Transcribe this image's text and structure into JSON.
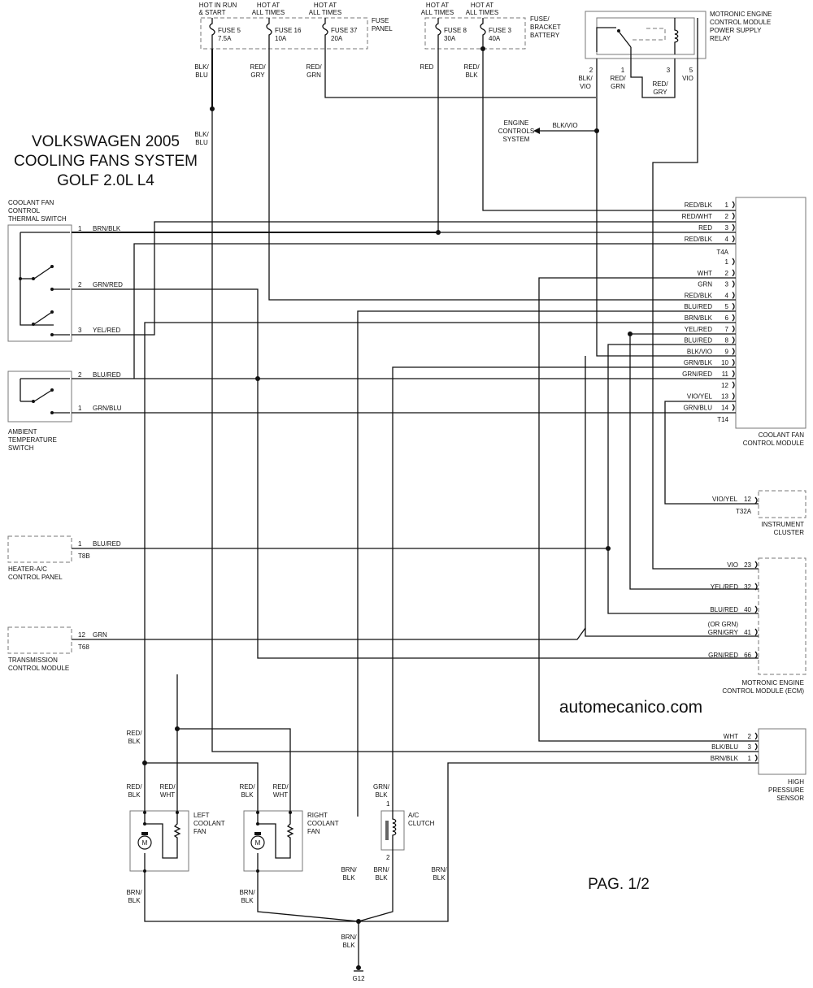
{
  "title": [
    "VOLKSWAGEN 2005",
    "COOLING FANS SYSTEM",
    "GOLF 2.0L L4"
  ],
  "website": "automecanico.com",
  "page": "PAG. 1/2",
  "fuse_panel": {
    "label": [
      "FUSE",
      "PANEL"
    ],
    "hot_labels": [
      [
        "HOT IN RUN",
        "& START"
      ],
      [
        "HOT AT",
        "ALL TIMES"
      ],
      [
        "HOT AT",
        "ALL TIMES"
      ]
    ],
    "fuses": [
      [
        "FUSE 5",
        "7.5A"
      ],
      [
        "FUSE 16",
        "10A"
      ],
      [
        "FUSE 37",
        "20A"
      ]
    ],
    "wire_labels": [
      [
        "BLK/",
        "BLU"
      ],
      [
        "RED/",
        "GRY"
      ],
      [
        "RED/",
        "GRN"
      ]
    ]
  },
  "fuse_bracket": {
    "label": [
      "FUSE/",
      "BRACKET",
      "BATTERY"
    ],
    "hot_labels": [
      [
        "HOT AT",
        "ALL TIMES"
      ],
      [
        "HOT AT",
        "ALL TIMES"
      ]
    ],
    "fuses": [
      [
        "FUSE 8",
        "30A"
      ],
      [
        "FUSE 3",
        "40A"
      ]
    ],
    "wire_labels": [
      [
        "RED"
      ],
      [
        "RED/",
        "BLK"
      ]
    ]
  },
  "relay": {
    "label": [
      "MOTRONIC ENGINE",
      "CONTROL MODULE",
      "POWER SUPPLY",
      "RELAY"
    ],
    "pins": [
      "2",
      "1",
      "3",
      "5"
    ],
    "wire_labels": [
      [
        "BLK/",
        "VIO"
      ],
      [
        "RED/",
        "GRN"
      ],
      [
        "RED/",
        "GRY"
      ],
      [
        "VIO"
      ]
    ]
  },
  "engine_controls": {
    "label": [
      "ENGINE",
      "CONTROLS",
      "SYSTEM"
    ],
    "wire": "BLK/VIO"
  },
  "side_labels": {
    "blk_blu_mid": [
      "BLK/",
      "BLU"
    ]
  },
  "thermal_switch": {
    "label": [
      "COOLANT FAN",
      "CONTROL",
      "THERMAL SWITCH"
    ],
    "pins": [
      {
        "n": "1",
        "wire": "BRN/BLK"
      },
      {
        "n": "2",
        "wire": "GRN/RED"
      },
      {
        "n": "3",
        "wire": "YEL/RED"
      }
    ]
  },
  "ambient_switch": {
    "label": [
      "AMBIENT",
      "TEMPERATURE",
      "SWITCH"
    ],
    "pins": [
      {
        "n": "2",
        "wire": "BLU/RED"
      },
      {
        "n": "1",
        "wire": "GRN/BLU"
      }
    ]
  },
  "coolant_module": {
    "label": [
      "COOLANT FAN",
      "CONTROL MODULE"
    ],
    "t4a": "T4A",
    "t14": "T14",
    "t4a_pins": [
      {
        "n": "1",
        "wire": "RED/BLK"
      },
      {
        "n": "2",
        "wire": "RED/WHT"
      },
      {
        "n": "3",
        "wire": "RED"
      },
      {
        "n": "4",
        "wire": "RED/BLK"
      }
    ],
    "t14_pins": [
      {
        "n": "1",
        "wire": ""
      },
      {
        "n": "2",
        "wire": "WHT"
      },
      {
        "n": "3",
        "wire": "GRN"
      },
      {
        "n": "4",
        "wire": "RED/BLK"
      },
      {
        "n": "5",
        "wire": "BLU/RED"
      },
      {
        "n": "6",
        "wire": "BRN/BLK"
      },
      {
        "n": "7",
        "wire": "YEL/RED"
      },
      {
        "n": "8",
        "wire": "BLU/RED"
      },
      {
        "n": "9",
        "wire": "BLK/VIO"
      },
      {
        "n": "10",
        "wire": "GRN/BLK"
      },
      {
        "n": "11",
        "wire": "GRN/RED"
      },
      {
        "n": "12",
        "wire": ""
      },
      {
        "n": "13",
        "wire": "VIO/YEL"
      },
      {
        "n": "14",
        "wire": "GRN/BLU"
      }
    ]
  },
  "instrument_cluster": {
    "label": [
      "INSTRUMENT",
      "CLUSTER"
    ],
    "pin": "12",
    "wire": "VIO/YEL",
    "conn": "T32A"
  },
  "ecm": {
    "label": [
      "MOTRONIC ENGINE",
      "CONTROL MODULE (ECM)"
    ],
    "pins": [
      {
        "n": "23",
        "wire": "VIO"
      },
      {
        "n": "32",
        "wire": "YEL/RED"
      },
      {
        "n": "40",
        "wire": "BLU/RED"
      },
      {
        "n": "41",
        "wire": "GRN/GRY"
      },
      {
        "n": "66",
        "wire": "GRN/RED"
      }
    ],
    "note": "(OR GRN)"
  },
  "heater_panel": {
    "label": [
      "HEATER-A/C",
      "CONTROL PANEL"
    ],
    "pin": "1",
    "wire": "BLU/RED",
    "conn": "T8B"
  },
  "tcm": {
    "label": [
      "TRANSMISSION",
      "CONTROL MODULE"
    ],
    "pin": "12",
    "wire": "GRN",
    "conn": "T68"
  },
  "pressure_sensor": {
    "label": [
      "HIGH",
      "PRESSURE",
      "SENSOR"
    ],
    "pins": [
      {
        "n": "2",
        "wire": "WHT"
      },
      {
        "n": "3",
        "wire": "BLK/BLU"
      },
      {
        "n": "1",
        "wire": "BRN/BLK"
      }
    ]
  },
  "left_fan": {
    "label": [
      "LEFT",
      "COOLANT",
      "FAN"
    ],
    "wire_labels": [
      [
        "RED/",
        "BLK"
      ],
      [
        "RED/",
        "WHT"
      ],
      [
        "BRN/",
        "BLK"
      ]
    ],
    "motor": "M"
  },
  "right_fan": {
    "label": [
      "RIGHT",
      "COOLANT",
      "FAN"
    ],
    "wire_labels": [
      [
        "RED/",
        "BLK"
      ],
      [
        "RED/",
        "WHT"
      ],
      [
        "BRN/",
        "BLK"
      ]
    ],
    "motor": "M"
  },
  "ac_clutch": {
    "label": [
      "A/C",
      "CLUTCH"
    ],
    "pins": [
      "1",
      "2"
    ],
    "wire_labels": [
      [
        "GRN/",
        "BLK"
      ],
      [
        "BRN/",
        "BLK"
      ]
    ]
  },
  "ground": {
    "label": "G12",
    "wire_labels": [
      [
        "RED/",
        "BLK"
      ],
      [
        "BRN/",
        "BLK"
      ],
      [
        "BRN/",
        "BLK"
      ],
      [
        "BRN/",
        "BLK"
      ],
      [
        "BRN/",
        "BLK"
      ]
    ]
  }
}
